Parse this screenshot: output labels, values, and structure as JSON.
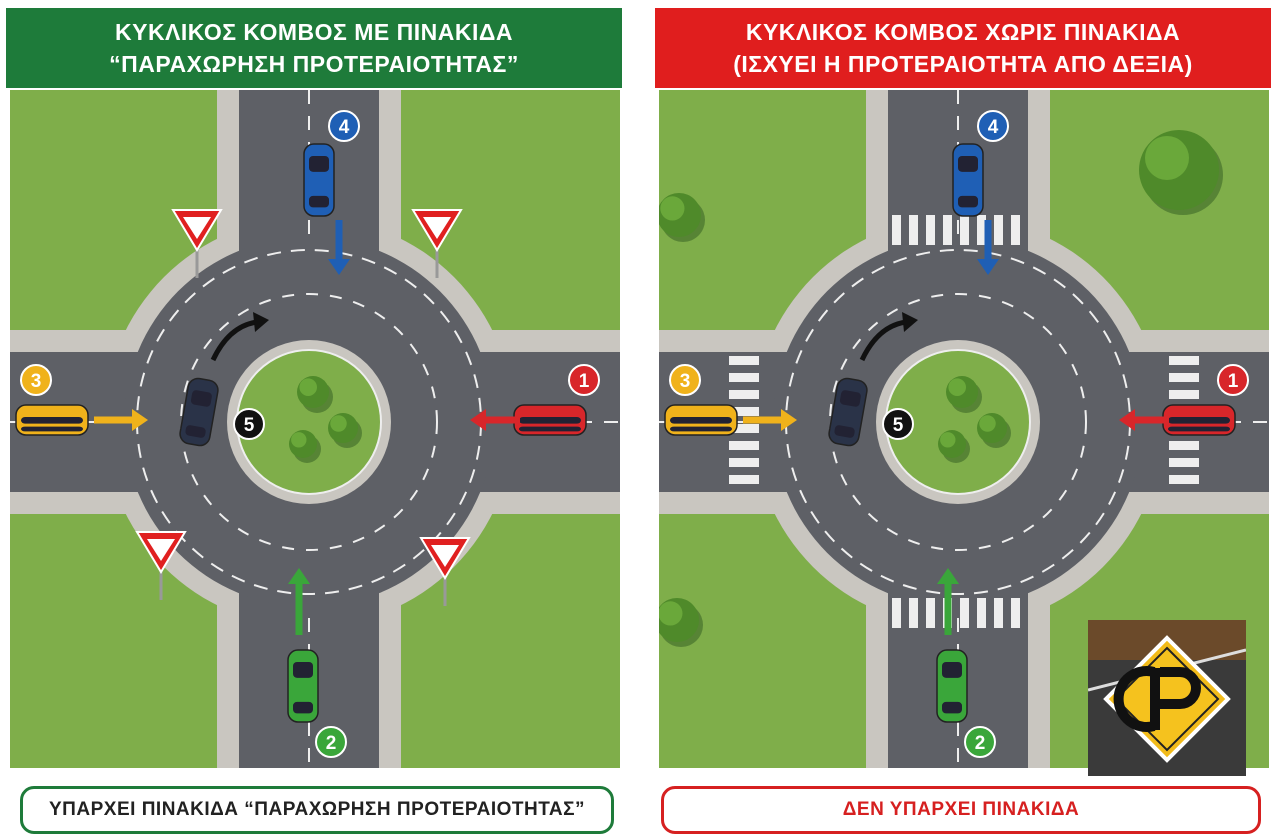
{
  "left_panel": {
    "title_line1": "ΚΥΚΛΙΚΟΣ ΚΟΜΒΟΣ ΜΕ ΠΙΝΑΚΙΔΑ",
    "title_line2": "“ΠΑΡΑΧΩΡΗΣΗ ΠΡΟΤΕΡΑΙΟΤΗΤΑΣ”",
    "caption": "ΥΠΑΡΧΕΙ ΠΙΝΑΚΙΔΑ “ΠΑΡΑΧΩΡΗΣΗ ΠΡΟΤΕΡΑΙΟΤΗΤΑΣ”",
    "color": "#1e7b3a"
  },
  "right_panel": {
    "title_line1": "ΚΥΚΛΙΚΟΣ ΚΟΜΒΟΣ ΧΩΡΙΣ ΠΙΝΑΚΙΔΑ",
    "title_line2": "(ΙΣΧΥΕΙ Η ΠΡΟΤΕΡΑΙΟΤΗΤΑ ΑΠΟ ΔΕΞΙΑ)",
    "caption": "ΔΕΝ ΥΠΑΡΧΕΙ ΠΙΝΑΚΙΔΑ",
    "color": "#e01e1e"
  },
  "vehicles": [
    {
      "number": "1",
      "color": "#d8262a",
      "approach": "east"
    },
    {
      "number": "2",
      "color": "#3aa63a",
      "approach": "south"
    },
    {
      "number": "3",
      "color": "#f0b21b",
      "approach": "west"
    },
    {
      "number": "4",
      "color": "#1f5fb5",
      "approach": "north"
    },
    {
      "number": "5",
      "color": "#222222",
      "approach": "in-roundabout"
    }
  ],
  "icons": [
    "yield-sign-icon",
    "tree-icon",
    "car-icon",
    "direction-arrow-icon",
    "logo-icon"
  ]
}
